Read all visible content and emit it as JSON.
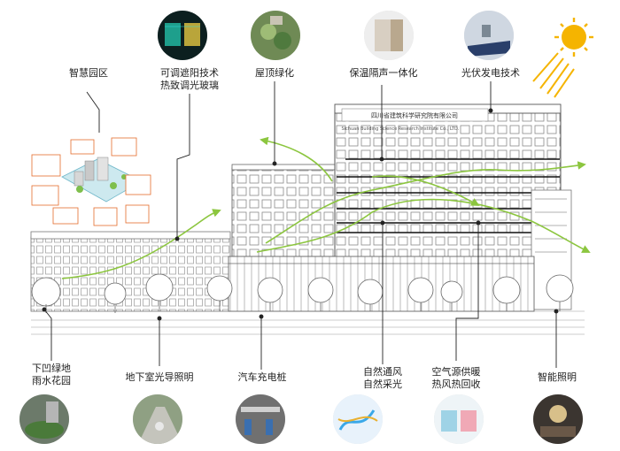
{
  "building_sign": {
    "cn": "四川省建筑科学研究院有限公司",
    "en": "Sichuan Building Science Research Institute Co., LTD."
  },
  "top_features": [
    {
      "id": "smart-park",
      "lines": [
        "智慧园区"
      ],
      "icon": "smart-park-diagram-icon"
    },
    {
      "id": "dimming-glass",
      "lines": [
        "可调遮阳技术",
        "热致调光玻璃"
      ],
      "icon": "glass-panel-icon"
    },
    {
      "id": "green-roof",
      "lines": [
        "屋顶绿化"
      ],
      "icon": "green-roof-icon"
    },
    {
      "id": "insulation",
      "lines": [
        "保温隔声一体化"
      ],
      "icon": "insulation-panel-icon"
    },
    {
      "id": "pv",
      "lines": [
        "光伏发电技术"
      ],
      "icon": "solar-panel-icon"
    }
  ],
  "bottom_features": [
    {
      "id": "rain-garden",
      "lines": [
        "下凹绿地",
        "雨水花园"
      ],
      "icon": "rain-garden-icon"
    },
    {
      "id": "basement-light",
      "lines": [
        "地下室光导照明"
      ],
      "icon": "light-pipe-icon"
    },
    {
      "id": "ev-charging",
      "lines": [
        "汽车充电桩"
      ],
      "icon": "ev-charger-icon"
    },
    {
      "id": "natural-vent",
      "lines": [
        "自然通风",
        "自然采光"
      ],
      "icon": "ventilation-sim-icon"
    },
    {
      "id": "heat-recovery",
      "lines": [
        "空气源供暖",
        "热风热回收"
      ],
      "icon": "heat-pump-icon"
    },
    {
      "id": "smart-lighting",
      "lines": [
        "智能照明"
      ],
      "icon": "smart-lighting-icon"
    }
  ],
  "sun_icon": "sun-icon",
  "accent_colors": {
    "airflow": "#8cc63f",
    "sun": "#f5b400",
    "leader": "#222222"
  }
}
